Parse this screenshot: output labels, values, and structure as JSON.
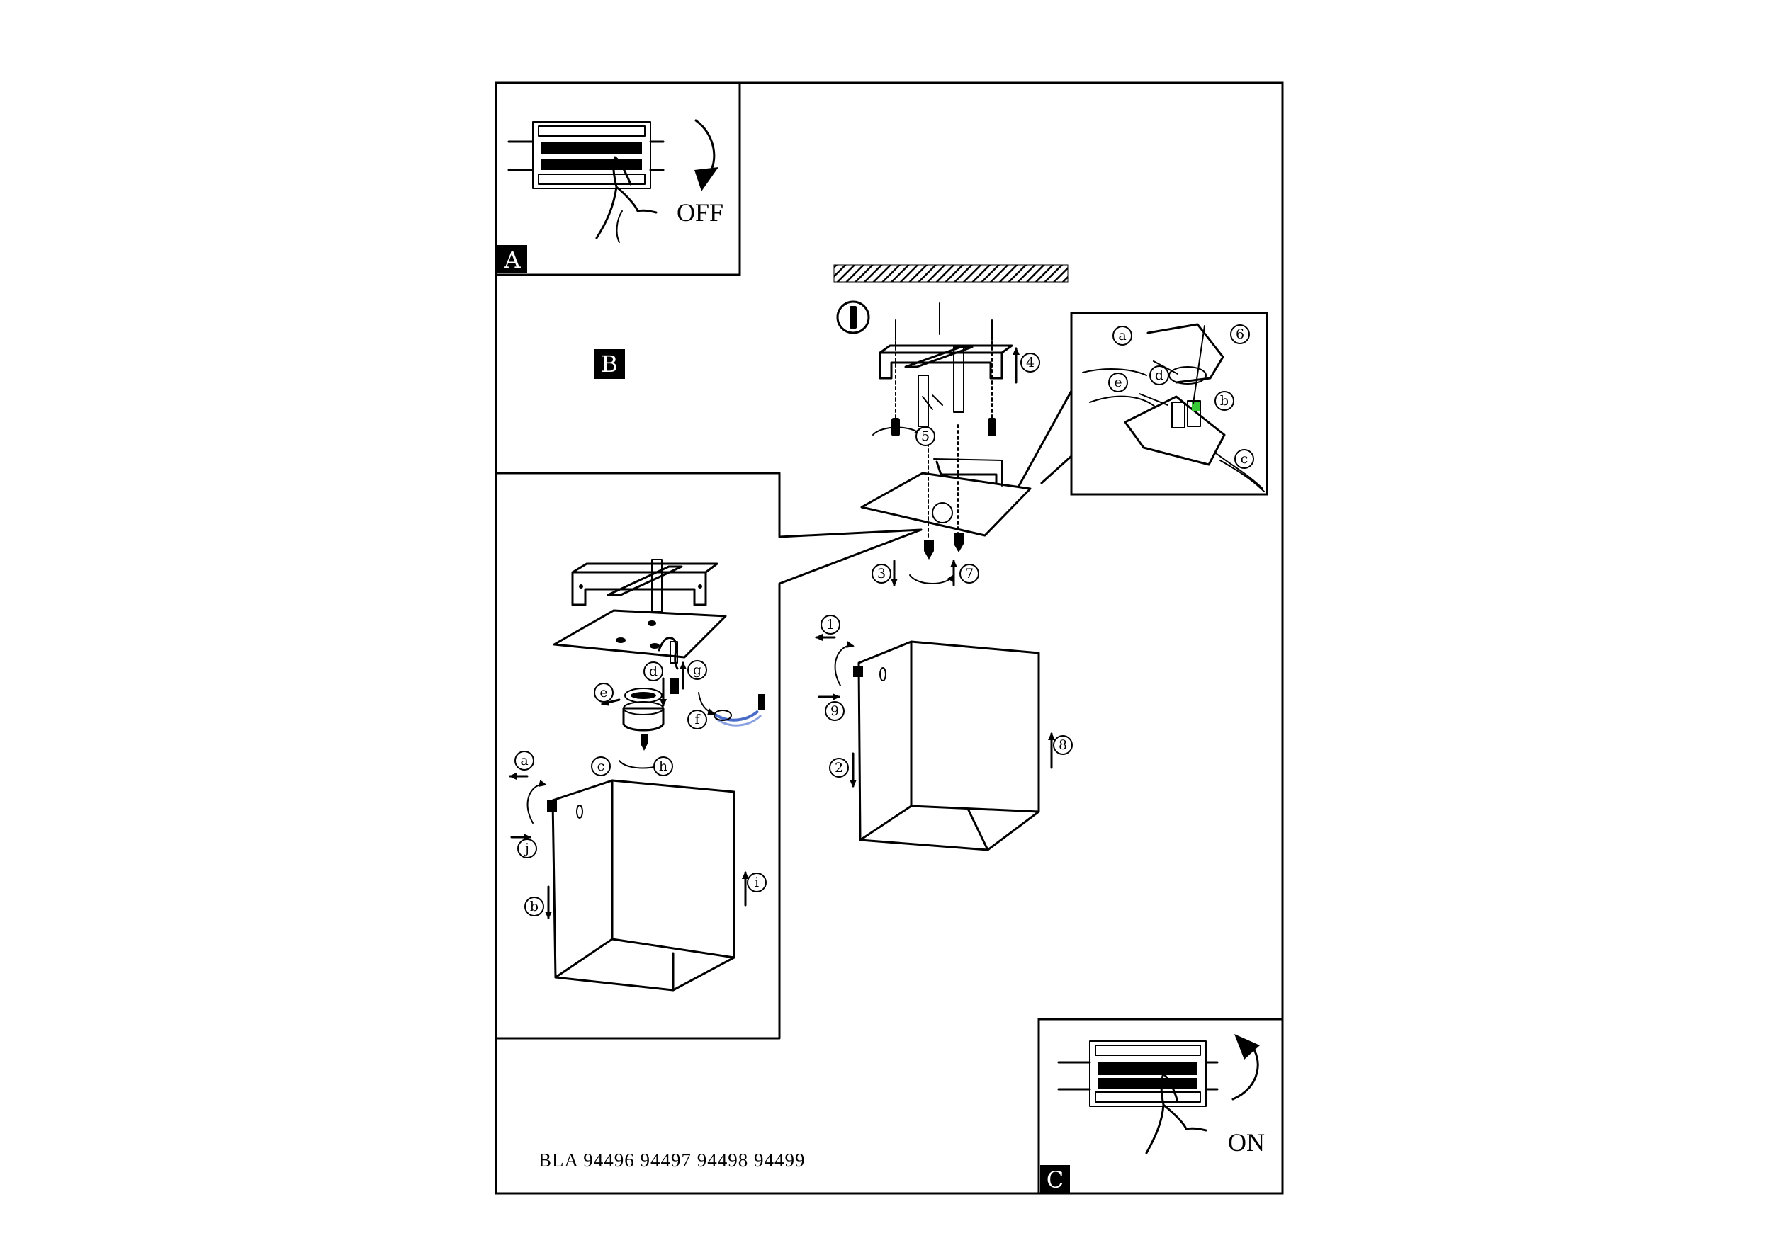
{
  "panel_a": {
    "section_letter": "A",
    "switch_text": "OFF"
  },
  "panel_b": {
    "section_letter": "B"
  },
  "panel_c": {
    "section_letter": "C",
    "switch_text": "ON"
  },
  "steps": {
    "main": [
      "1",
      "2",
      "3",
      "4",
      "5",
      "6",
      "7",
      "8",
      "9"
    ],
    "detail": [
      "a",
      "b",
      "c",
      "d",
      "e",
      "f",
      "g",
      "h",
      "i",
      "j"
    ],
    "wiring": [
      "a",
      "b",
      "c",
      "d",
      "e"
    ]
  },
  "footer": {
    "model_ref": "BLA 94496 94497 94498 94499"
  }
}
